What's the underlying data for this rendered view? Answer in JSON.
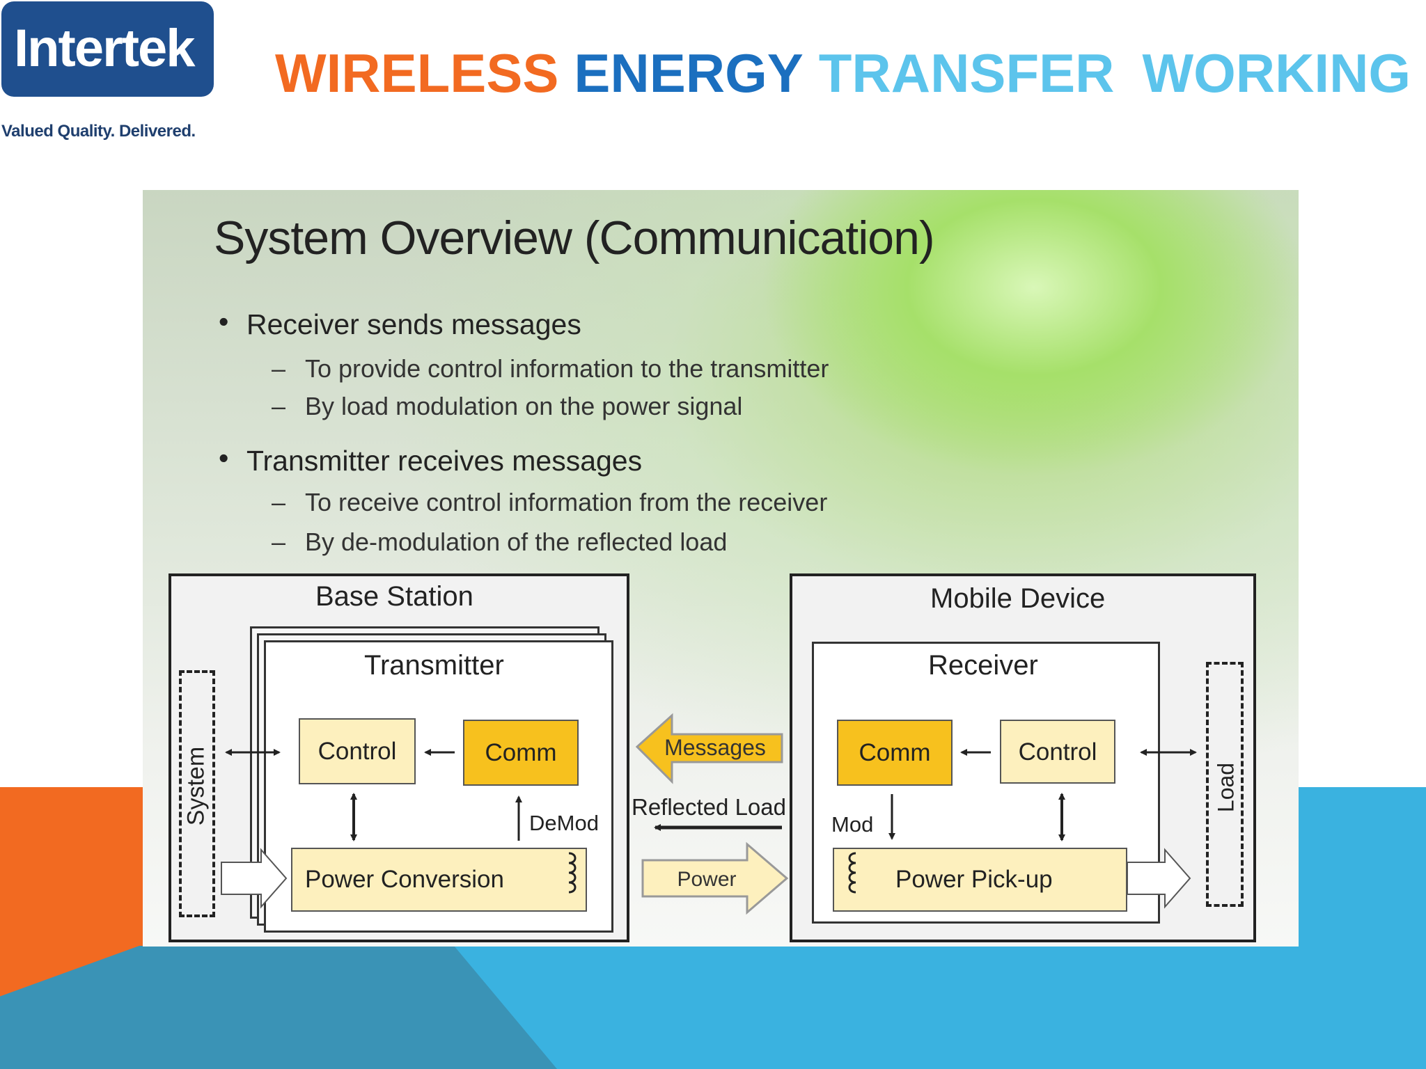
{
  "header": {
    "logo_text": "Intertek",
    "tagline": "Valued Quality. Delivered.",
    "title_words": [
      {
        "text": "WIRELESS",
        "color": "#f26a21"
      },
      {
        "text": "ENERGY",
        "color": "#1b6fbf"
      },
      {
        "text": "TRANSFER",
        "color": "#5cc4ec"
      },
      {
        "text": "WORKING",
        "color": "#5cc4ec"
      }
    ]
  },
  "slide": {
    "title": "System Overview (Communication)",
    "bullets": [
      {
        "text": "Receiver sends messages",
        "subs": [
          "To provide control information to the transmitter",
          "By load modulation on the power signal"
        ]
      },
      {
        "text": "Transmitter receives messages",
        "subs": [
          "To receive control information from the receiver",
          "By de-modulation of the reflected load"
        ]
      }
    ]
  },
  "diagram": {
    "base_station": "Base Station",
    "transmitter": "Transmitter",
    "tx_control": "Control",
    "tx_comm": "Comm",
    "power_conversion": "Power Conversion",
    "demod": "DeMod",
    "system": "System",
    "messages": "Messages",
    "reflected_load": "Reflected Load",
    "power": "Power",
    "mobile_device": "Mobile Device",
    "receiver": "Receiver",
    "rx_comm": "Comm",
    "rx_control": "Control",
    "mod": "Mod",
    "power_pickup": "Power Pick-up",
    "load": "Load"
  },
  "colors": {
    "orange": "#f26a21",
    "blue": "#3ab2e0",
    "steel": "#3a93b6",
    "brand_navy": "#1f4f8e",
    "block_light": "#fdf0be",
    "block_dark": "#f7c11e"
  }
}
